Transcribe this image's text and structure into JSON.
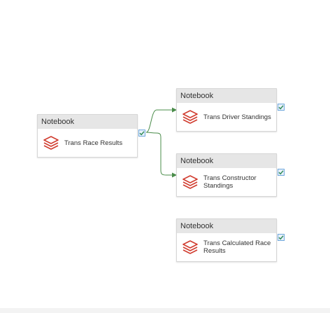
{
  "activities": [
    {
      "header": "Notebook",
      "label": "Trans Race Results",
      "status": "succeeded"
    },
    {
      "header": "Notebook",
      "label": "Trans Driver Standings",
      "status": "succeeded"
    },
    {
      "header": "Notebook",
      "label": "Trans Constructor Standings",
      "status": "succeeded"
    },
    {
      "header": "Notebook",
      "label": "Trans Calculated Race Results",
      "status": "succeeded"
    }
  ],
  "colors": {
    "connector": "#4a8c4a",
    "icon": "#d13d30",
    "check": "#2e8b57",
    "header_bg": "#e6e6e6"
  },
  "icons": {
    "activity": "databricks-notebook-icon",
    "status": "success-check-icon"
  }
}
